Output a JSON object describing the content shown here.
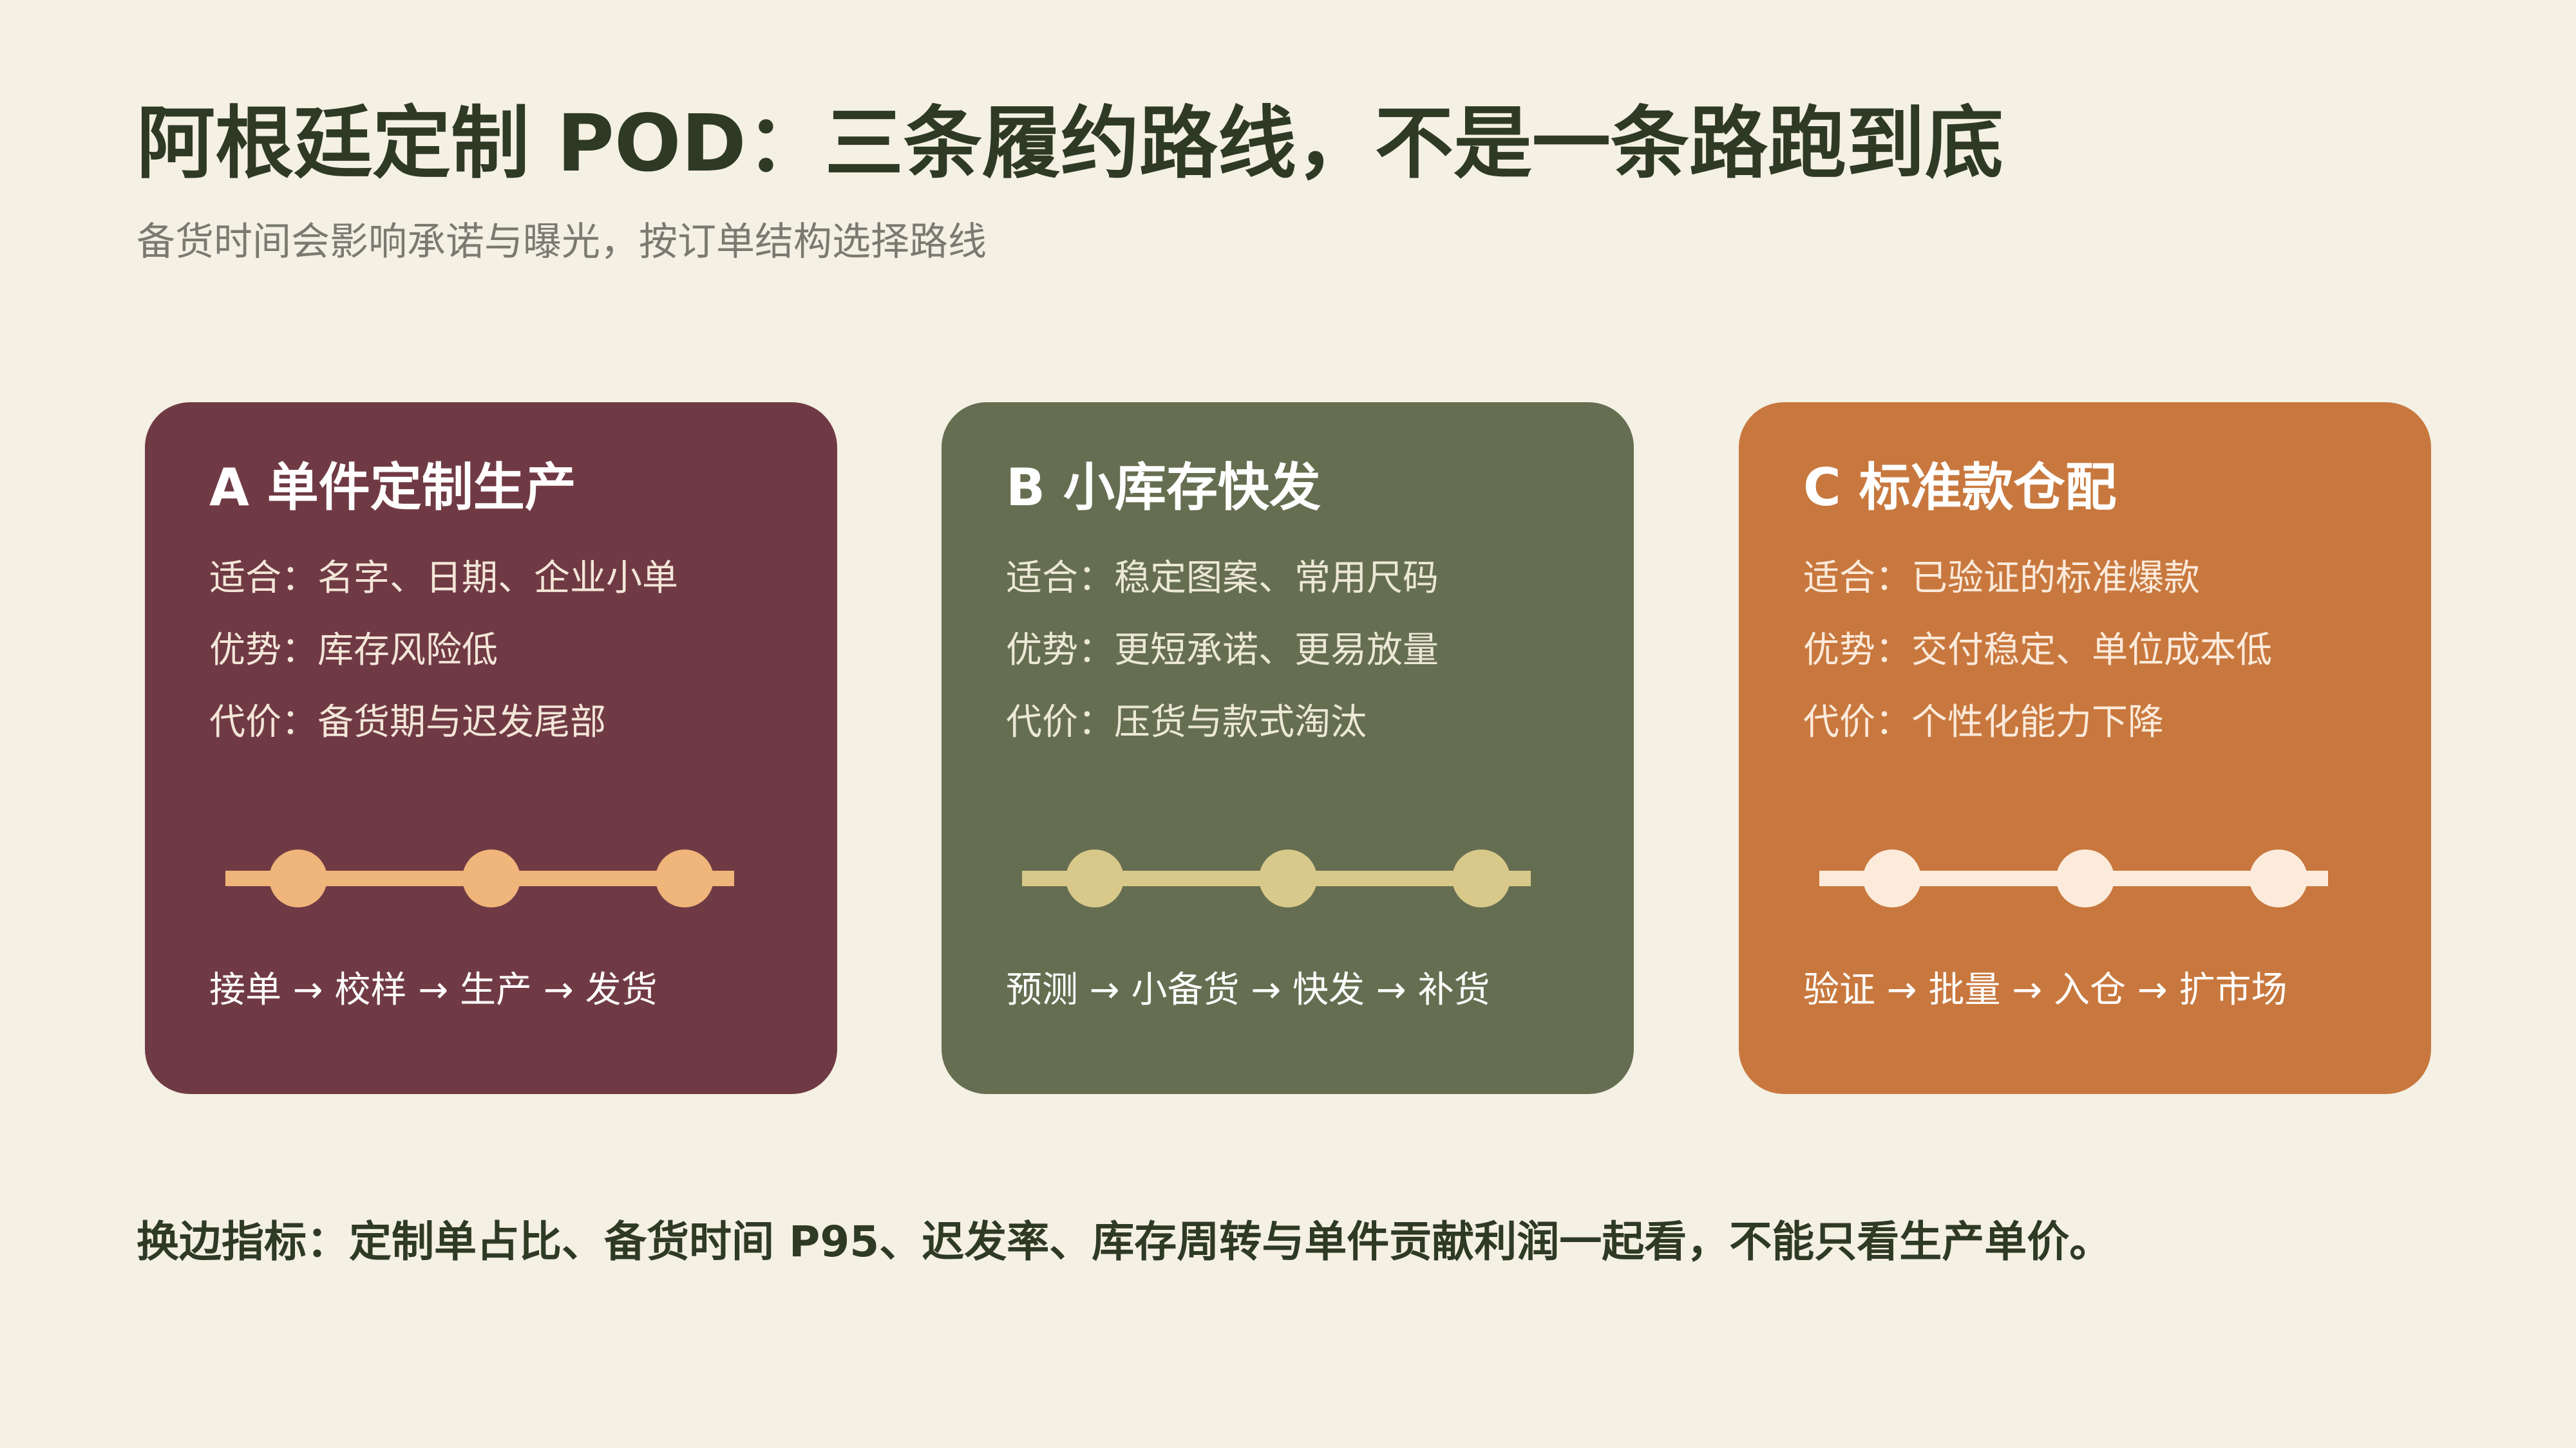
{
  "title": "阿根廷定制 POD：三条履约路线，不是一条路跑到底",
  "subtitle": "备货时间会影响承诺与曝光，按订单结构选择路线",
  "cards": [
    {
      "title": "A 单件定制生产",
      "fit": "适合：名字、日期、企业小单",
      "advantage": "优势：库存风险低",
      "cost": "代价：备货期与迟发尾部",
      "flow": "接单 → 校样 → 生产 → 发货",
      "color": "#703a44",
      "accent": "#efb57a"
    },
    {
      "title": "B 小库存快发",
      "fit": "适合：稳定图案、常用尺码",
      "advantage": "优势：更短承诺、更易放量",
      "cost": "代价：压货与款式淘汰",
      "flow": "预测 → 小备货 → 快发 → 补货",
      "color": "#666e51",
      "accent": "#d8c98b"
    },
    {
      "title": "C 标准款仓配",
      "fit": "适合：已验证的标准爆款",
      "advantage": "优势：交付稳定、单位成本低",
      "cost": "代价：个性化能力下降",
      "flow": "验证 → 批量 → 入仓 → 扩市场",
      "color": "#c8783e",
      "accent": "#fcebdb"
    }
  ],
  "footer": "换边指标：定制单占比、备货时间 P95、迟发率、库存周转与单件贡献利润一起看，不能只看生产单价。",
  "background": "#f4f0e4"
}
